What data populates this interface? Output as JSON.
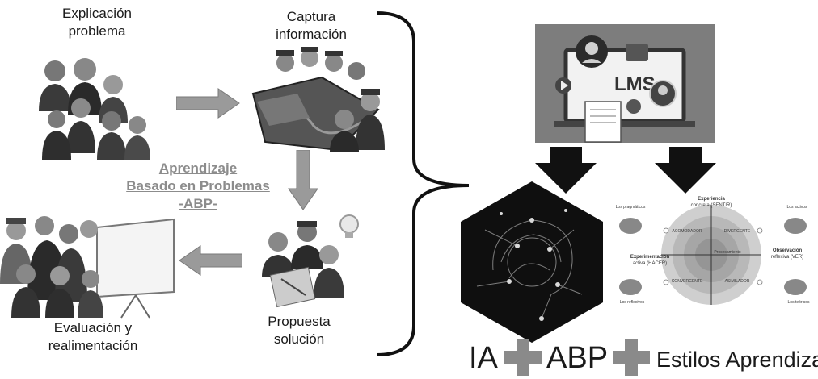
{
  "steps": {
    "explicacion": "Explicación\nproblema",
    "captura": "Captura\ninformación",
    "propuesta": "Propuesta\nsolución",
    "evaluacion": "Evaluación y\nrealimentación"
  },
  "center_title": {
    "line1": "Aprendizaje",
    "line2": "Basado en Problemas",
    "line3": "-ABP-"
  },
  "lms_label": "LMS",
  "formula": {
    "ia": "IA",
    "abp": "ABP",
    "estilos": "Estilos Aprendizaje"
  },
  "kolb": {
    "top_title": "Experiencia",
    "top_sub": "concreta (SENTIR)",
    "left_title": "Experimentación",
    "left_sub": "activa (HACER)",
    "right_title": "Observación",
    "right_sub": "reflexiva (VER)",
    "center_label": "Procesamiento",
    "acomodador": "ACOMODADOR",
    "divergente": "DIVERGENTE",
    "convergente": "CONVERGENTE",
    "asimilador": "ASIMILADOR",
    "pragmaticos": "Los pragmáticos",
    "activos": "Los activos",
    "reflexivos": "Los reflexivos",
    "teoricos": "Los teóricos"
  },
  "colors": {
    "arrow_gray": "#9a9a9a",
    "dark": "#111111",
    "title_gray": "#8c8c8c"
  }
}
